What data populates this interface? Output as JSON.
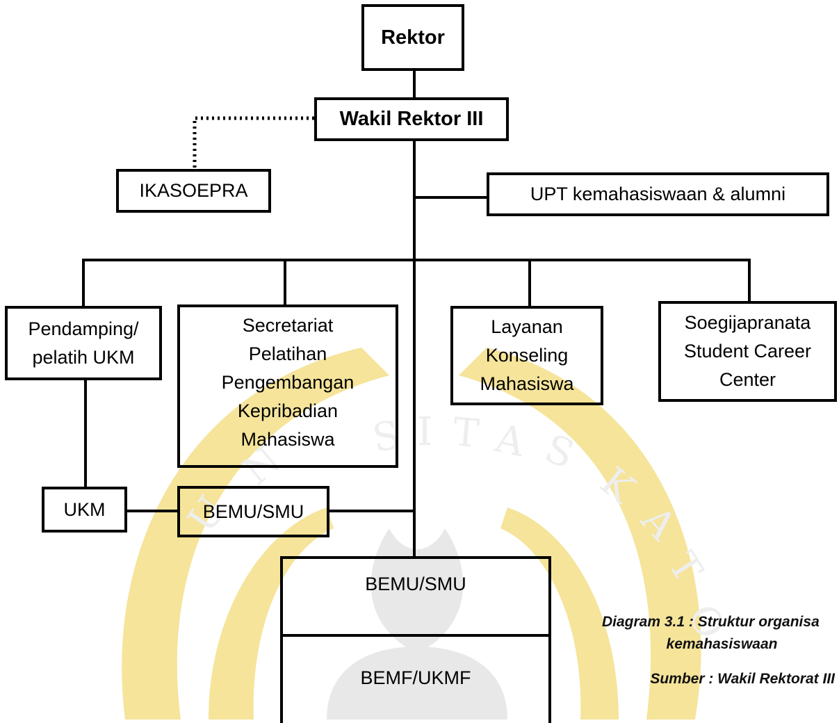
{
  "colors": {
    "watermark": "#f2e08a",
    "line": "#000000"
  },
  "diagram": {
    "nodes": {
      "rektor": "Rektor",
      "wakil": "Wakil Rektor III",
      "ikasoepra": "IKASOEPRA",
      "upt": "UPT kemahasiswaan & alumni",
      "pendamping": "Pendamping/\npelatih UKM",
      "secretariat": "Secretariat\nPelatihan\nPengembangan\nKepribadian\nMahasiswa",
      "layanan": "Layanan\nKonseling\nMahasiswa",
      "soegija": "Soegijapranata\nStudent Career\nCenter",
      "ukm": "UKM",
      "bemu_small": "BEMU/SMU",
      "bemu_big": "BEMU/SMU",
      "bemf": "BEMF/UKMF"
    },
    "caption": {
      "line1": "Diagram 3.1 : Struktur organisa",
      "line2": "kemahasiswaan",
      "source": "Sumber : Wakil Rektorat III"
    }
  }
}
